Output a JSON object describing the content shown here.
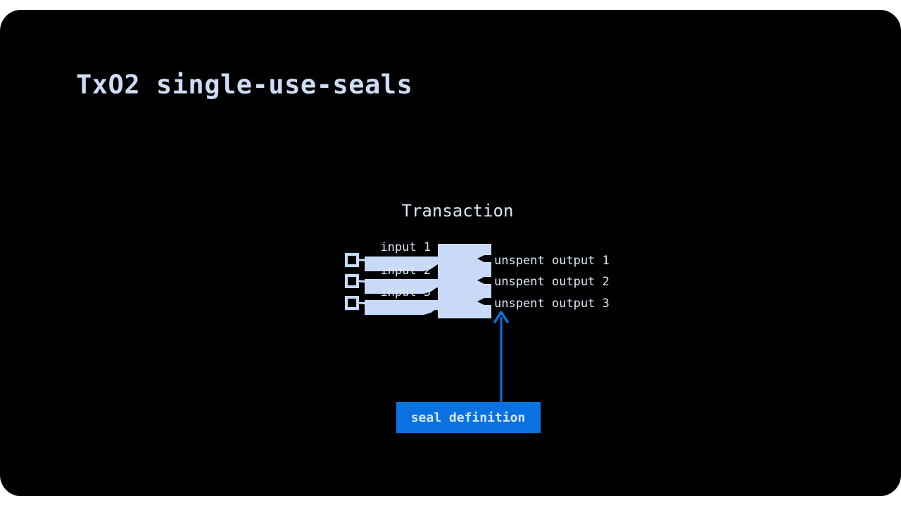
{
  "slide": {
    "title": "TxO2 single-use-seals"
  },
  "diagram": {
    "header": "Transaction",
    "inputs": [
      {
        "label": "input 1"
      },
      {
        "label": "input 2"
      },
      {
        "label": "input 3"
      }
    ],
    "outputs": [
      {
        "label": "unspent output 1"
      },
      {
        "label": "unspent output 2"
      },
      {
        "label": "unspent output 3"
      }
    ],
    "seal_definition": {
      "label": "seal definition",
      "points_to_output": 3
    },
    "colors": {
      "background": "#000000",
      "shape_fill": "#c9daf8",
      "text": "#dde6f7",
      "accent": "#0a72e0"
    }
  }
}
